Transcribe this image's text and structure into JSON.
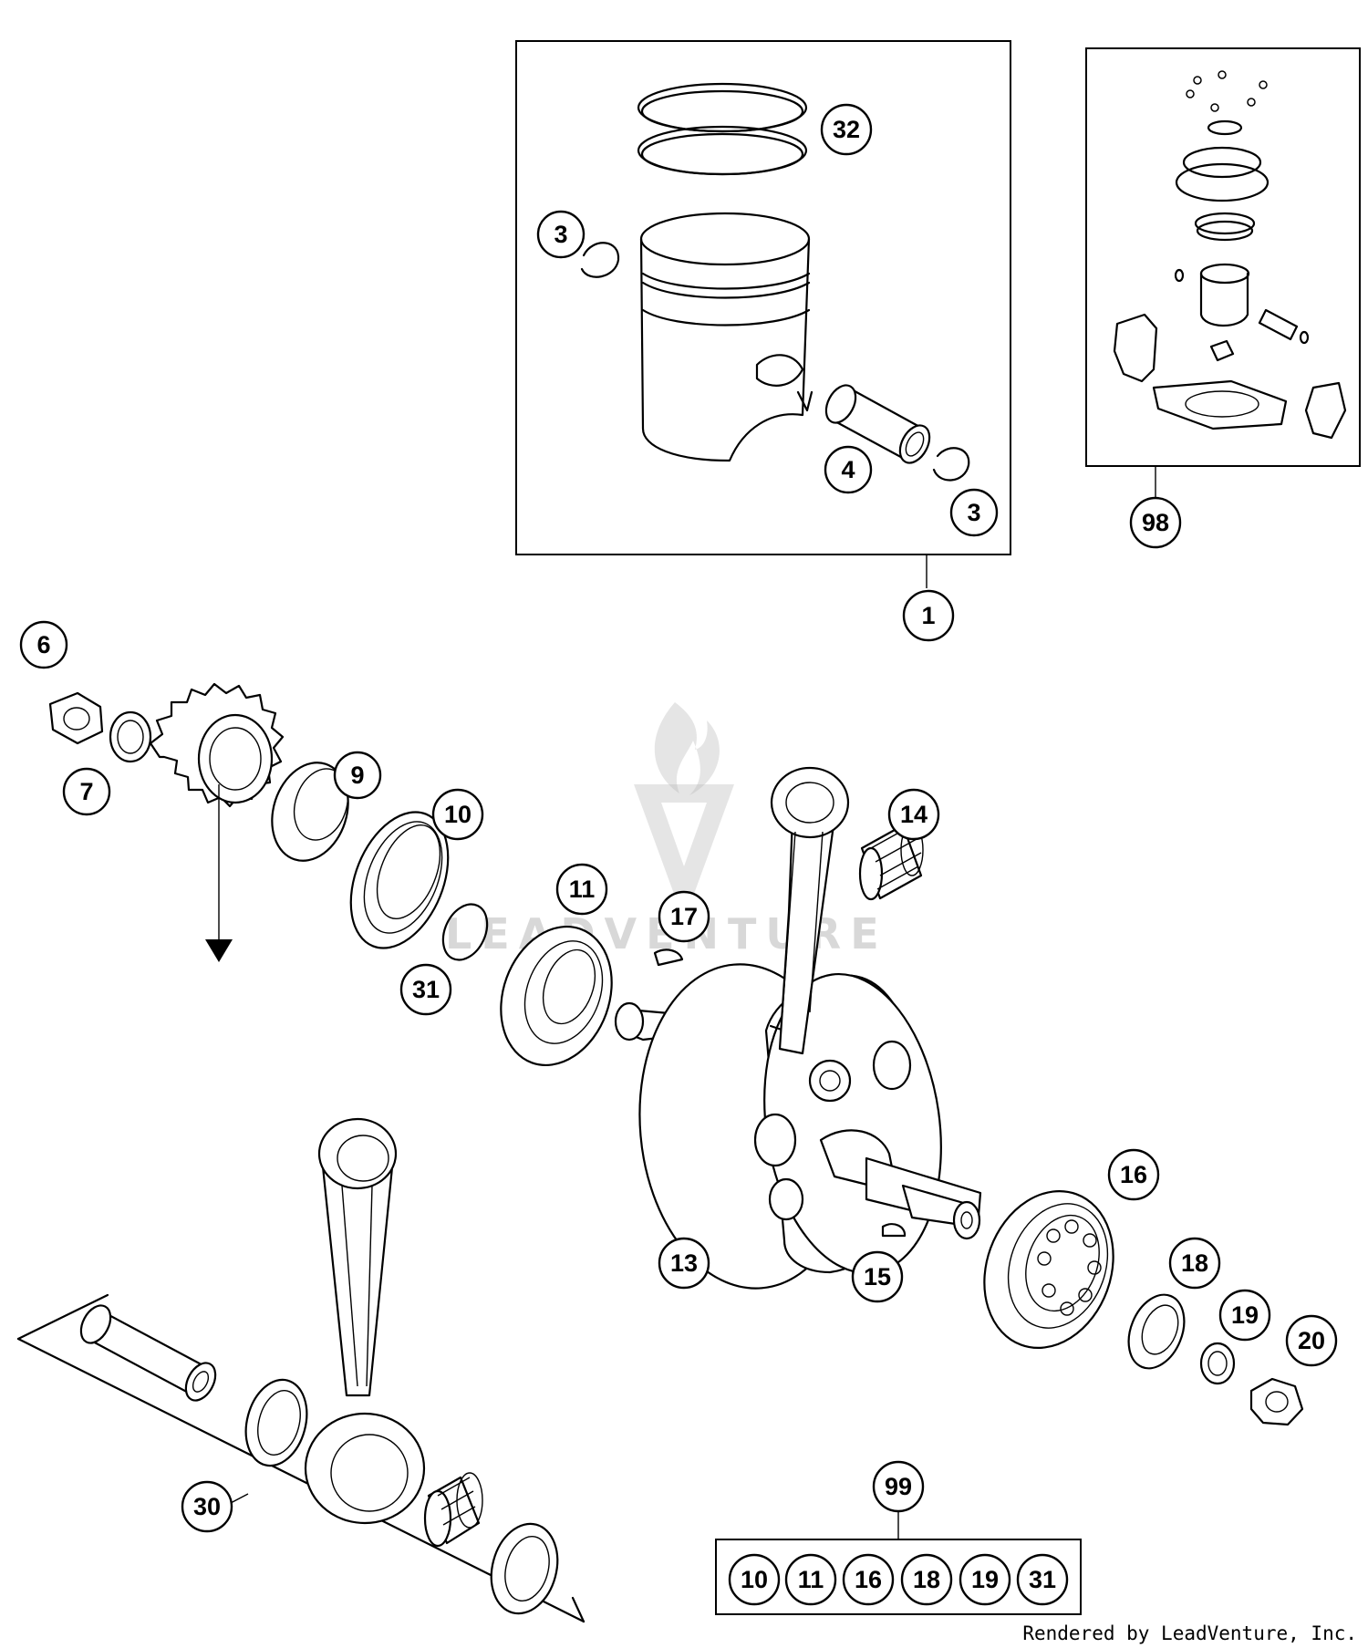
{
  "callouts": {
    "c1": "1",
    "c3a": "3",
    "c3b": "3",
    "c4": "4",
    "c6": "6",
    "c7": "7",
    "c9": "9",
    "c10": "10",
    "c11": "11",
    "c13": "13",
    "c14": "14",
    "c15": "15",
    "c16": "16",
    "c17": "17",
    "c18": "18",
    "c19": "19",
    "c20": "20",
    "c30": "30",
    "c31": "31",
    "c32": "32",
    "c98": "98",
    "c99": "99"
  },
  "kit_99_items": [
    "10",
    "11",
    "16",
    "18",
    "19",
    "31"
  ],
  "credit": "Rendered by LeadVenture, Inc."
}
